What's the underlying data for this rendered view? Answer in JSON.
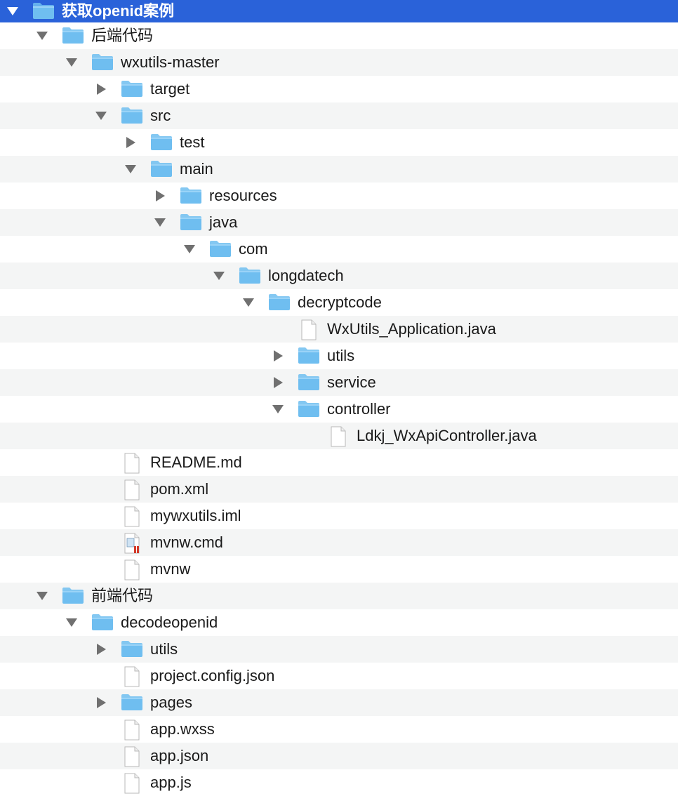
{
  "colors": {
    "selection": "#2a62d9",
    "alt_row": "#f4f5f5",
    "folder_blue": "#6fbef0",
    "disclosure": "#707070"
  },
  "tree": [
    {
      "label": "获取openid案例",
      "depth": 0,
      "type": "folder",
      "expanded": true,
      "selected": true
    },
    {
      "label": "后端代码",
      "depth": 1,
      "type": "folder",
      "expanded": true
    },
    {
      "label": "wxutils-master",
      "depth": 2,
      "type": "folder",
      "expanded": true
    },
    {
      "label": "target",
      "depth": 3,
      "type": "folder",
      "expanded": false
    },
    {
      "label": "src",
      "depth": 3,
      "type": "folder",
      "expanded": true
    },
    {
      "label": "test",
      "depth": 4,
      "type": "folder",
      "expanded": false
    },
    {
      "label": "main",
      "depth": 4,
      "type": "folder",
      "expanded": true
    },
    {
      "label": "resources",
      "depth": 5,
      "type": "folder",
      "expanded": false
    },
    {
      "label": "java",
      "depth": 5,
      "type": "folder",
      "expanded": true
    },
    {
      "label": "com",
      "depth": 6,
      "type": "folder",
      "expanded": true
    },
    {
      "label": "longdatech",
      "depth": 7,
      "type": "folder",
      "expanded": true
    },
    {
      "label": "decryptcode",
      "depth": 8,
      "type": "folder",
      "expanded": true
    },
    {
      "label": "WxUtils_Application.java",
      "depth": 9,
      "type": "file"
    },
    {
      "label": "utils",
      "depth": 9,
      "type": "folder",
      "expanded": false
    },
    {
      "label": "service",
      "depth": 9,
      "type": "folder",
      "expanded": false
    },
    {
      "label": "controller",
      "depth": 9,
      "type": "folder",
      "expanded": true
    },
    {
      "label": "Ldkj_WxApiController.java",
      "depth": 10,
      "type": "file"
    },
    {
      "label": "README.md",
      "depth": 3,
      "type": "file"
    },
    {
      "label": "pom.xml",
      "depth": 3,
      "type": "file"
    },
    {
      "label": "mywxutils.iml",
      "depth": 3,
      "type": "file"
    },
    {
      "label": "mvnw.cmd",
      "depth": 3,
      "type": "cmd-file"
    },
    {
      "label": "mvnw",
      "depth": 3,
      "type": "file"
    },
    {
      "label": "前端代码",
      "depth": 1,
      "type": "folder",
      "expanded": true
    },
    {
      "label": "decodeopenid",
      "depth": 2,
      "type": "folder",
      "expanded": true
    },
    {
      "label": "utils",
      "depth": 3,
      "type": "folder",
      "expanded": false
    },
    {
      "label": "project.config.json",
      "depth": 3,
      "type": "file"
    },
    {
      "label": "pages",
      "depth": 3,
      "type": "folder",
      "expanded": false
    },
    {
      "label": "app.wxss",
      "depth": 3,
      "type": "file"
    },
    {
      "label": "app.json",
      "depth": 3,
      "type": "file"
    },
    {
      "label": "app.js",
      "depth": 3,
      "type": "file"
    }
  ]
}
